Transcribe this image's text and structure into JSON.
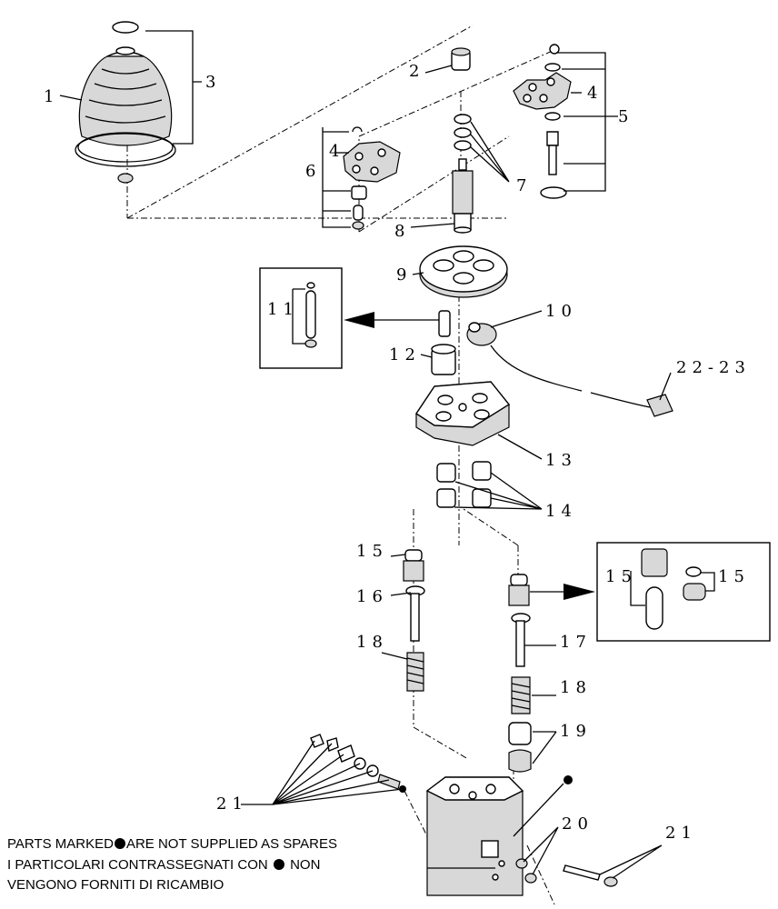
{
  "callouts": {
    "c1": "1",
    "c2": "2",
    "c3": "3",
    "c4a": "4",
    "c4b": "4",
    "c5": "5",
    "c6": "6",
    "c7": "7",
    "c8": "8",
    "c9": "9",
    "c10": "10",
    "c11": "11",
    "c12": "12",
    "c13": "13",
    "c14": "14",
    "c15a": "15",
    "c15b": "15",
    "c15c": "15",
    "c16": "16",
    "c17": "17",
    "c18a": "18",
    "c18b": "18",
    "c19": "19",
    "c20": "20",
    "c21a": "21",
    "c21b": "21",
    "c22": "22-23"
  },
  "note": {
    "line1_prefix": "PARTS MARKED",
    "line1_suffix": "ARE NOT SUPPLIED AS SPARES",
    "line2_prefix": "I PARTICOLARI CONTRASSEGNATI CON",
    "line2_suffix": "NON",
    "line3": "VENGONO FORNITI DI RICAMBIO"
  }
}
